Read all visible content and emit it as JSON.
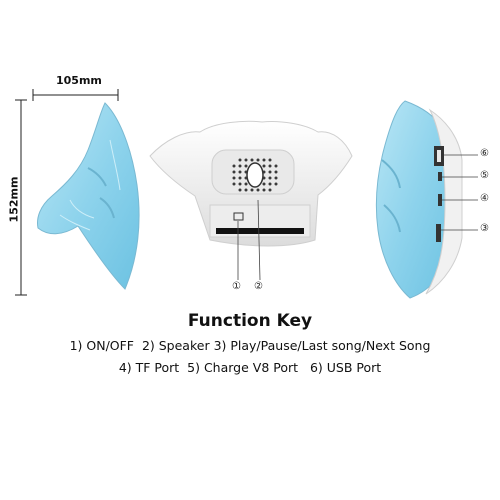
{
  "dimensions": {
    "width_label": "105mm",
    "height_label": "152mm"
  },
  "callouts": {
    "front": [
      "①",
      "②"
    ],
    "side": [
      "⑥",
      "⑤",
      "④",
      "③"
    ]
  },
  "function_key": {
    "title": "Function Key",
    "line1": "1) ON/OFF  2) Speaker 3) Play/Pause/Last song/Next Song",
    "line2": "4) TF Port  5) Charge V8 Port   6) USB Port"
  },
  "colors": {
    "speaker_blue": "#8ed3ec",
    "shell_white": "#f4f4f4"
  }
}
